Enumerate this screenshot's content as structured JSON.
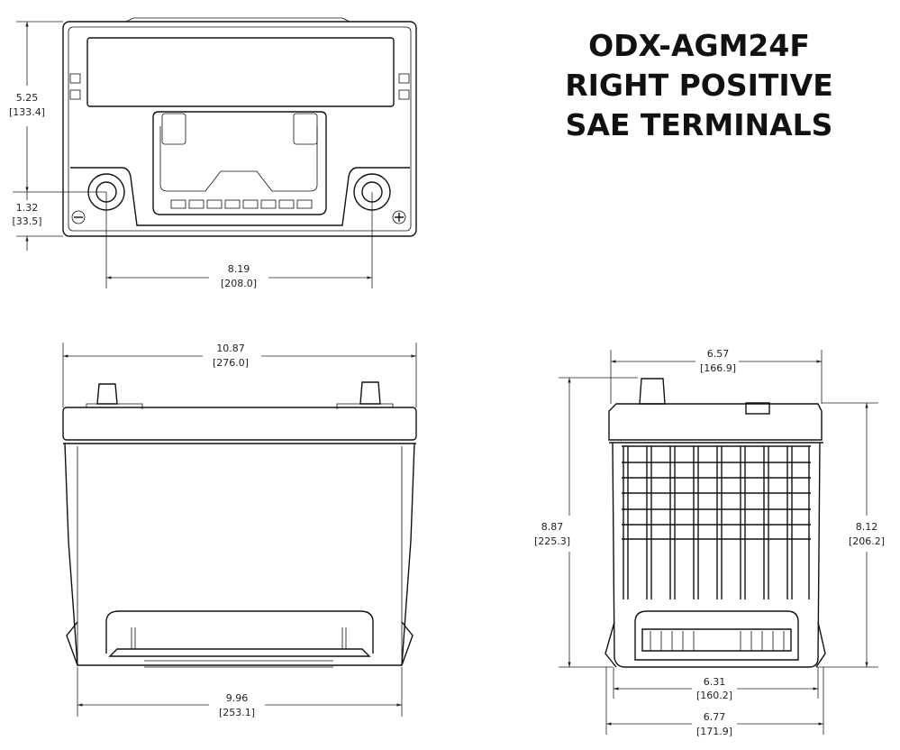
{
  "title": {
    "line1": "ODX-AGM24F",
    "line2": "RIGHT POSITIVE",
    "line3": "SAE TERMINALS"
  },
  "top_view": {
    "height_dim": {
      "in": "5.25",
      "mm": "[133.4]"
    },
    "terminal_height_dim": {
      "in": "1.32",
      "mm": "[33.5]"
    },
    "terminal_spacing_dim": {
      "in": "8.19",
      "mm": "[208.0]"
    },
    "negative_symbol": "−",
    "positive_symbol": "+"
  },
  "front_view": {
    "overall_length_dim": {
      "in": "10.87",
      "mm": "[276.0]"
    },
    "base_length_dim": {
      "in": "9.96",
      "mm": "[253.1]"
    }
  },
  "side_view": {
    "top_width_dim": {
      "in": "6.57",
      "mm": "[166.9]"
    },
    "overall_height_dim": {
      "in": "8.87",
      "mm": "[225.3]"
    },
    "case_height_dim": {
      "in": "8.12",
      "mm": "[206.2]"
    },
    "body_width_dim": {
      "in": "6.31",
      "mm": "[160.2]"
    },
    "base_width_dim": {
      "in": "6.77",
      "mm": "[171.9]"
    }
  }
}
